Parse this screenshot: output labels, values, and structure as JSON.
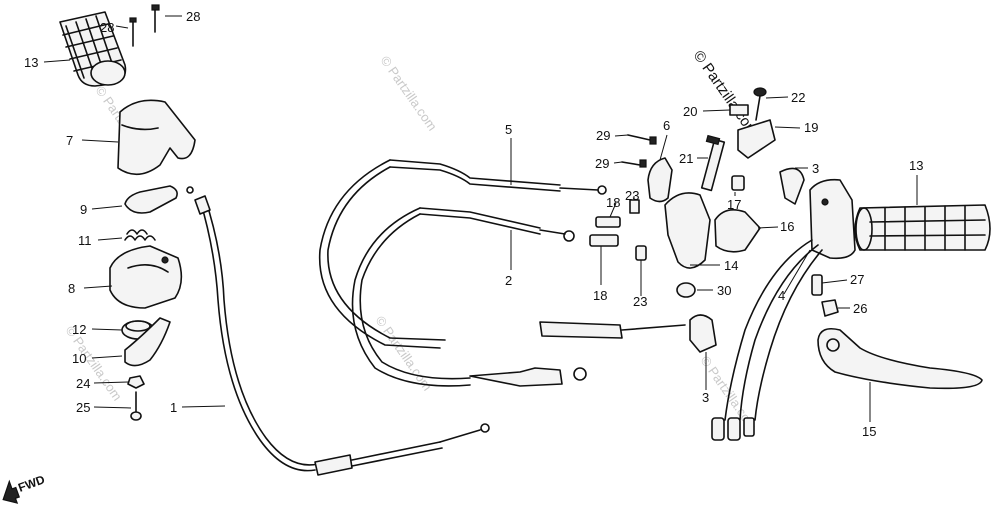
{
  "diagram": {
    "copyright": "© Partzilla.com",
    "watermark": "© Partzilla.com",
    "direction_label": "FWD",
    "labels": {
      "p1": "1",
      "p2": "2",
      "p3a": "3",
      "p3b": "3",
      "p4": "4",
      "p5": "5",
      "p6": "6",
      "p7": "7",
      "p8": "8",
      "p9": "9",
      "p10": "10",
      "p11": "11",
      "p12": "12",
      "p13a": "13",
      "p13b": "13",
      "p14": "14",
      "p15": "15",
      "p16": "16",
      "p17": "17",
      "p18a": "18",
      "p18b": "18",
      "p19": "19",
      "p20": "20",
      "p21": "21",
      "p22": "22",
      "p23a": "23",
      "p23b": "23",
      "p24": "24",
      "p25": "25",
      "p26": "26",
      "p27": "27",
      "p28a": "28",
      "p28b": "28",
      "p29a": "29",
      "p29b": "29",
      "p30": "30"
    }
  }
}
